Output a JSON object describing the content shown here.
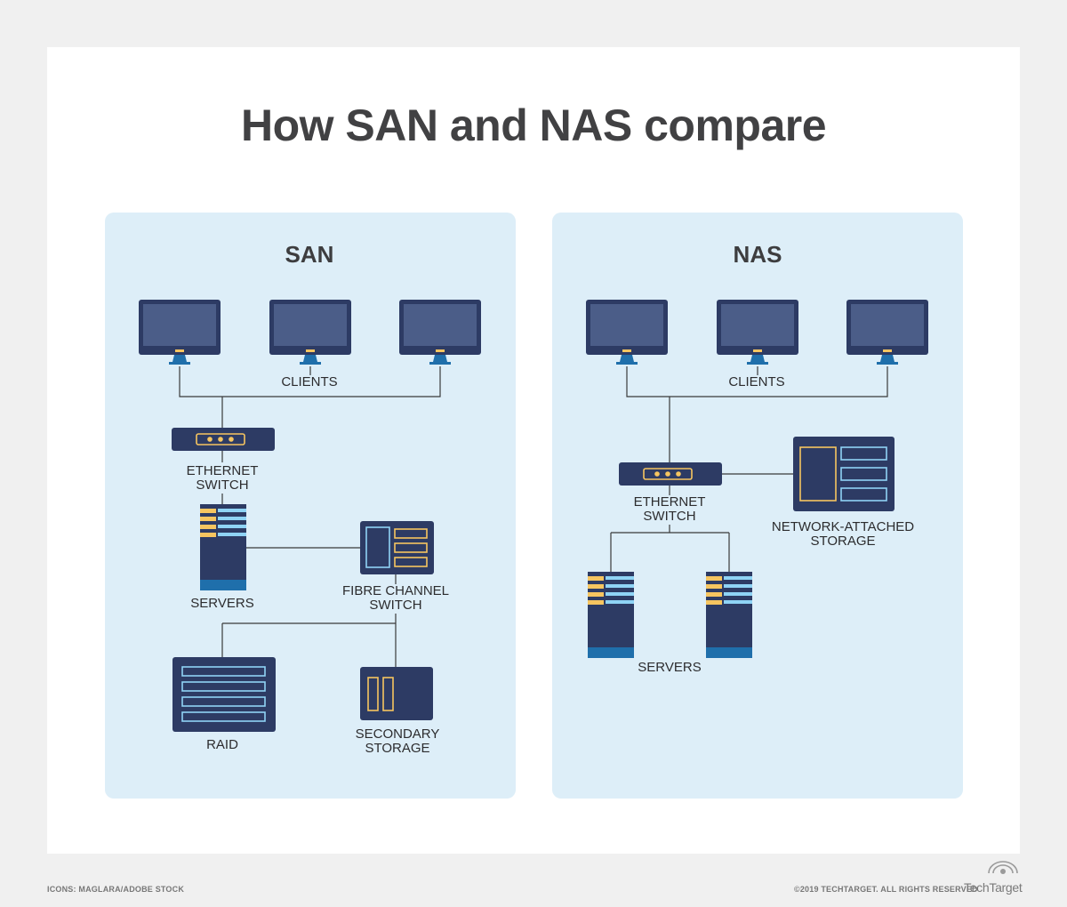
{
  "title": "How SAN and NAS compare",
  "colors": {
    "background": "#f0f0f0",
    "panel": "#ddeef8",
    "device_navy": "#2d3b64",
    "screen": "#4b5d88",
    "accent_yellow": "#f6c560",
    "accent_blue": "#8fd3f5",
    "server_base": "#1f6fab",
    "line": "#3a3a3a"
  },
  "san": {
    "title": "SAN",
    "clients_label": "CLIENTS",
    "ethernet_switch_label": "ETHERNET\nSWITCH",
    "servers_label": "SERVERS",
    "fibre_channel_switch_label": "FIBRE CHANNEL\nSWITCH",
    "raid_label": "RAID",
    "secondary_storage_label": "SECONDARY\nSTORAGE"
  },
  "nas": {
    "title": "NAS",
    "clients_label": "CLIENTS",
    "ethernet_switch_label": "ETHERNET\nSWITCH",
    "nas_label": "NETWORK-ATTACHED\nSTORAGE",
    "servers_label": "SERVERS"
  },
  "footer": {
    "credit": "ICONS: MAGLARA/ADOBE STOCK",
    "copyright": "©2019 TECHTARGET. ALL RIGHTS RESERVED",
    "brand": "TechTarget"
  }
}
